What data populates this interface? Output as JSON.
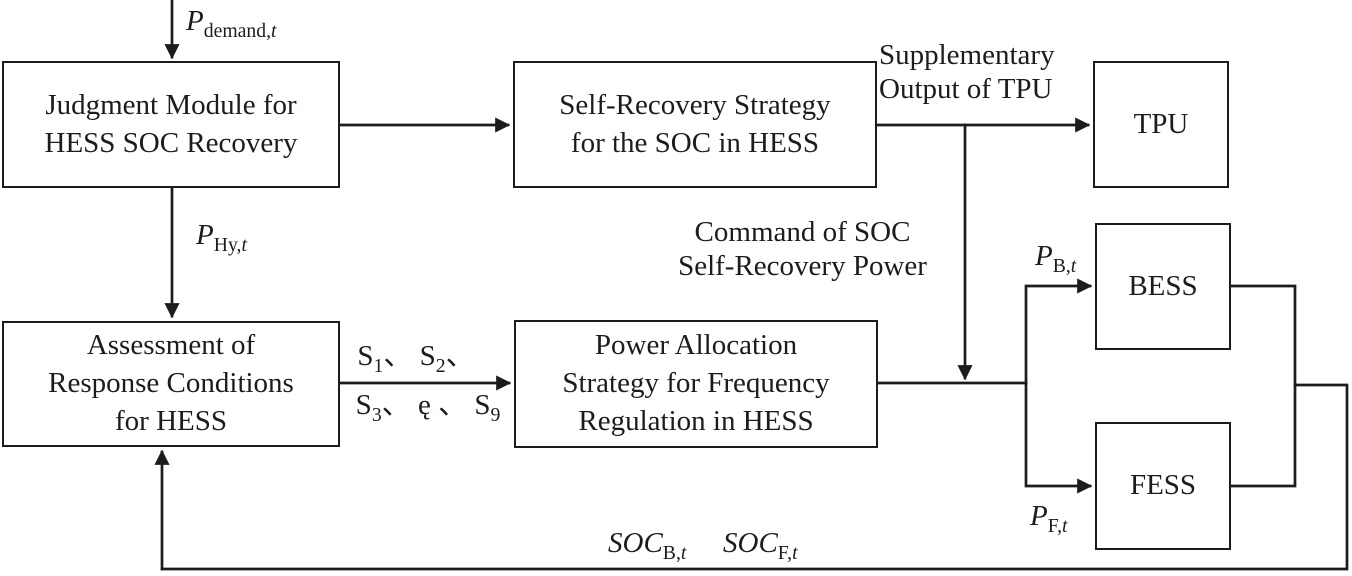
{
  "diagram": {
    "colors": {
      "line": "#1c1c1c",
      "background": "#ffffff",
      "text": "#1c1c1c"
    },
    "boxes": {
      "judgment": {
        "lines": [
          "Judgment Module for",
          "HESS SOC Recovery"
        ]
      },
      "self_recovery": {
        "lines": [
          "Self-Recovery Strategy",
          "for the SOC in HESS"
        ]
      },
      "tpu": {
        "lines": [
          "TPU"
        ]
      },
      "assessment": {
        "lines": [
          "Assessment of",
          "Response Conditions",
          "for HESS"
        ]
      },
      "power_allocation": {
        "lines": [
          "Power Allocation",
          "Strategy for Frequency",
          "Regulation in HESS"
        ]
      },
      "bess": {
        "lines": [
          "BESS"
        ]
      },
      "fess": {
        "lines": [
          "FESS"
        ]
      }
    },
    "labels": {
      "p_demand": [
        {
          "t": "P",
          "i": true
        },
        {
          "t": "demand,",
          "sub": true
        },
        {
          "t": "t",
          "sub": true,
          "i": true
        }
      ],
      "p_hy": [
        {
          "t": "P",
          "i": true
        },
        {
          "t": "Hy,",
          "sub": true
        },
        {
          "t": "t",
          "sub": true,
          "i": true
        }
      ],
      "supplementary": {
        "line1": "Supplementary",
        "line2": "Output of TPU"
      },
      "command": {
        "line1": "Command of SOC",
        "line2": "Self-Recovery Power"
      },
      "s_top": [
        {
          "t": "S"
        },
        {
          "t": "1",
          "sub": true
        },
        {
          "t": "、 "
        },
        {
          "t": "S"
        },
        {
          "t": "2",
          "sub": true
        },
        {
          "t": "、"
        }
      ],
      "s_bottom": [
        {
          "t": "S"
        },
        {
          "t": "3",
          "sub": true
        },
        {
          "t": "、 "
        },
        {
          "t": "ę"
        },
        {
          "t": " 、 "
        },
        {
          "t": "S"
        },
        {
          "t": "9",
          "sub": true
        }
      ],
      "p_b": [
        {
          "t": "P",
          "i": true
        },
        {
          "t": "B,",
          "sub": true
        },
        {
          "t": "t",
          "sub": true,
          "i": true
        }
      ],
      "p_f": [
        {
          "t": "P",
          "i": true
        },
        {
          "t": "F,",
          "sub": true
        },
        {
          "t": "t",
          "sub": true,
          "i": true
        }
      ],
      "soc_b": [
        {
          "t": "SOC",
          "i": true
        },
        {
          "t": "B,",
          "sub": true
        },
        {
          "t": "t",
          "sub": true,
          "i": true
        }
      ],
      "soc_f": [
        {
          "t": "SOC",
          "i": true
        },
        {
          "t": "F,",
          "sub": true
        },
        {
          "t": "t",
          "sub": true,
          "i": true
        }
      ]
    }
  }
}
